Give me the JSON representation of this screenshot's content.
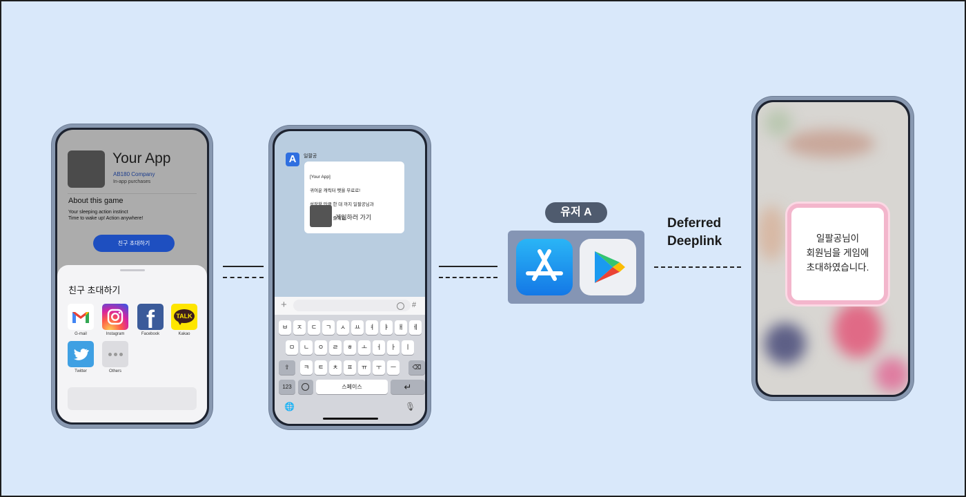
{
  "phone1": {
    "app_title": "Your App",
    "company": "AB180 Company",
    "purchases": "In-app purchases",
    "about_title": "About this game",
    "about_line1": "Your sleeping action instinct",
    "about_line2": "Time to wake up! Action anywhere!",
    "invite_button": "친구 초대하기",
    "sheet_title": "친구 초대하기",
    "share_items": [
      {
        "label": "G-mail",
        "icon": "gmail-icon"
      },
      {
        "label": "Instagram",
        "icon": "instagram-icon"
      },
      {
        "label": "Facebook",
        "icon": "facebook-icon"
      },
      {
        "label": "Kakao",
        "icon": "kakao-icon"
      },
      {
        "label": "Twitter",
        "icon": "twitter-icon"
      },
      {
        "label": "Others",
        "icon": "more-icon"
      }
    ],
    "kakao_badge": "TALK",
    "facebook_glyph": "f"
  },
  "phone2": {
    "sender_avatar": "A",
    "sender_name": "일팔공",
    "message_lines": [
      "[Your App]",
      "귀여운 캐릭터 펫을 무료로!",
      "성장할 만큼 한 대 까지 일팔공님과",
      "게임을 함께 즐겨요."
    ],
    "cta": "게임하러 가기",
    "keyboard": {
      "plus": "+",
      "hash": "#",
      "row1": [
        "ㅂ",
        "ㅈ",
        "ㄷ",
        "ㄱ",
        "ㅅ",
        "ㅛ",
        "ㅕ",
        "ㅑ",
        "ㅐ",
        "ㅔ"
      ],
      "row2": [
        "ㅁ",
        "ㄴ",
        "ㅇ",
        "ㄹ",
        "ㅎ",
        "ㅗ",
        "ㅓ",
        "ㅏ",
        "ㅣ"
      ],
      "row3": [
        "ㅋ",
        "ㅌ",
        "ㅊ",
        "ㅍ",
        "ㅠ",
        "ㅜ",
        "ㅡ"
      ],
      "shift": "⇧",
      "backspace": "⌫",
      "num": "123",
      "space": "스페이스",
      "enter": "↵",
      "globe": "🌐",
      "mic": "🎙"
    }
  },
  "center": {
    "user_label": "유저 A",
    "deferred_line1": "Deferred",
    "deferred_line2": "Deeplink",
    "store_icons": [
      "app-store-icon",
      "google-play-icon"
    ]
  },
  "phone3": {
    "modal_text": "일팔공님이\n회원님을 게임에\n초대하였습니다."
  },
  "colors": {
    "background": "#d9e8fa",
    "invite_button": "#1e4fc0",
    "pill": "#4f5b6e",
    "store_box": "#8595b4",
    "modal_border": "#f3b6cc"
  }
}
